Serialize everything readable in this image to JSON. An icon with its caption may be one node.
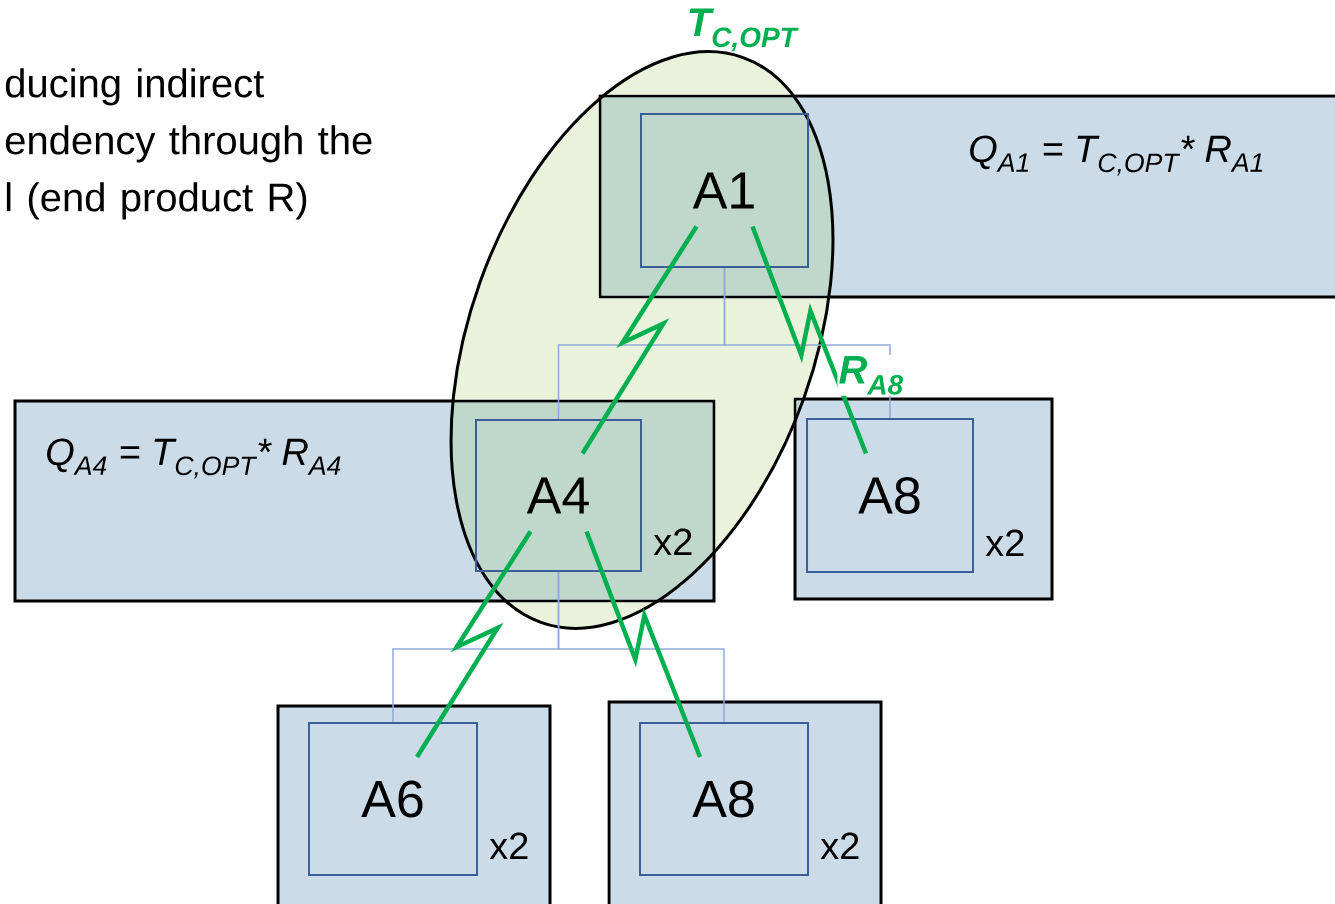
{
  "diagram": {
    "nodes": [
      {
        "text": [
          "Q$_{A1}$ = T$_{C,OPT}$* R$_{A1}$"
        ]
      },
      {
        "text": [
          "A1"
        ],
        "in": 0
      },
      {
        "text": [
          "Q$_{A4}$ = T$_{C,OPT}$* R$_{A4}$"
        ]
      },
      {
        "text": [
          "A4"
        ],
        "in": 2,
        "beside": [
          "x2"
        ]
      },
      {
        "text": [],
        "shape": "box"
      },
      {
        "text": [
          "A8"
        ],
        "in": 4,
        "beside": [
          "x2"
        ]
      },
      {
        "text": [],
        "shape": "box"
      },
      {
        "text": [
          "A6"
        ],
        "in": 6,
        "beside": [
          "x2"
        ]
      },
      {
        "text": [],
        "shape": "box"
      },
      {
        "text": [
          "A8"
        ],
        "in": 8,
        "beside": [
          "x2"
        ]
      }
    ],
    "edges": [
      {
        "from": 1,
        "to": 3,
        "arrow": "none",
        "color": "#8eaadb"
      },
      {
        "from": 1,
        "to": 5,
        "arrow": "none",
        "color": "#8eaadb"
      },
      {
        "from": 3,
        "to": 7,
        "arrow": "none",
        "color": "#8eaadb"
      },
      {
        "from": 3,
        "to": 9,
        "arrow": "none",
        "color": "#8eaadb"
      },
      {
        "from": 1,
        "to": 3,
        "arrow": "none",
        "style": "thick",
        "color": "#00b050"
      },
      {
        "from": 1,
        "to": 5,
        "arrow": "none",
        "style": "thick",
        "color": "#00b050",
        "label": "R$_{A8}$"
      },
      {
        "from": 3,
        "to": 7,
        "arrow": "none",
        "style": "thick",
        "color": "#00b050"
      },
      {
        "from": 3,
        "to": 9,
        "arrow": "none",
        "style": "thick",
        "color": "#00b050"
      }
    ],
    "labels": [
      "T$_{C,OPT}$",
      "ducing indirect endency through the l (end product R)"
    ]
  }
}
